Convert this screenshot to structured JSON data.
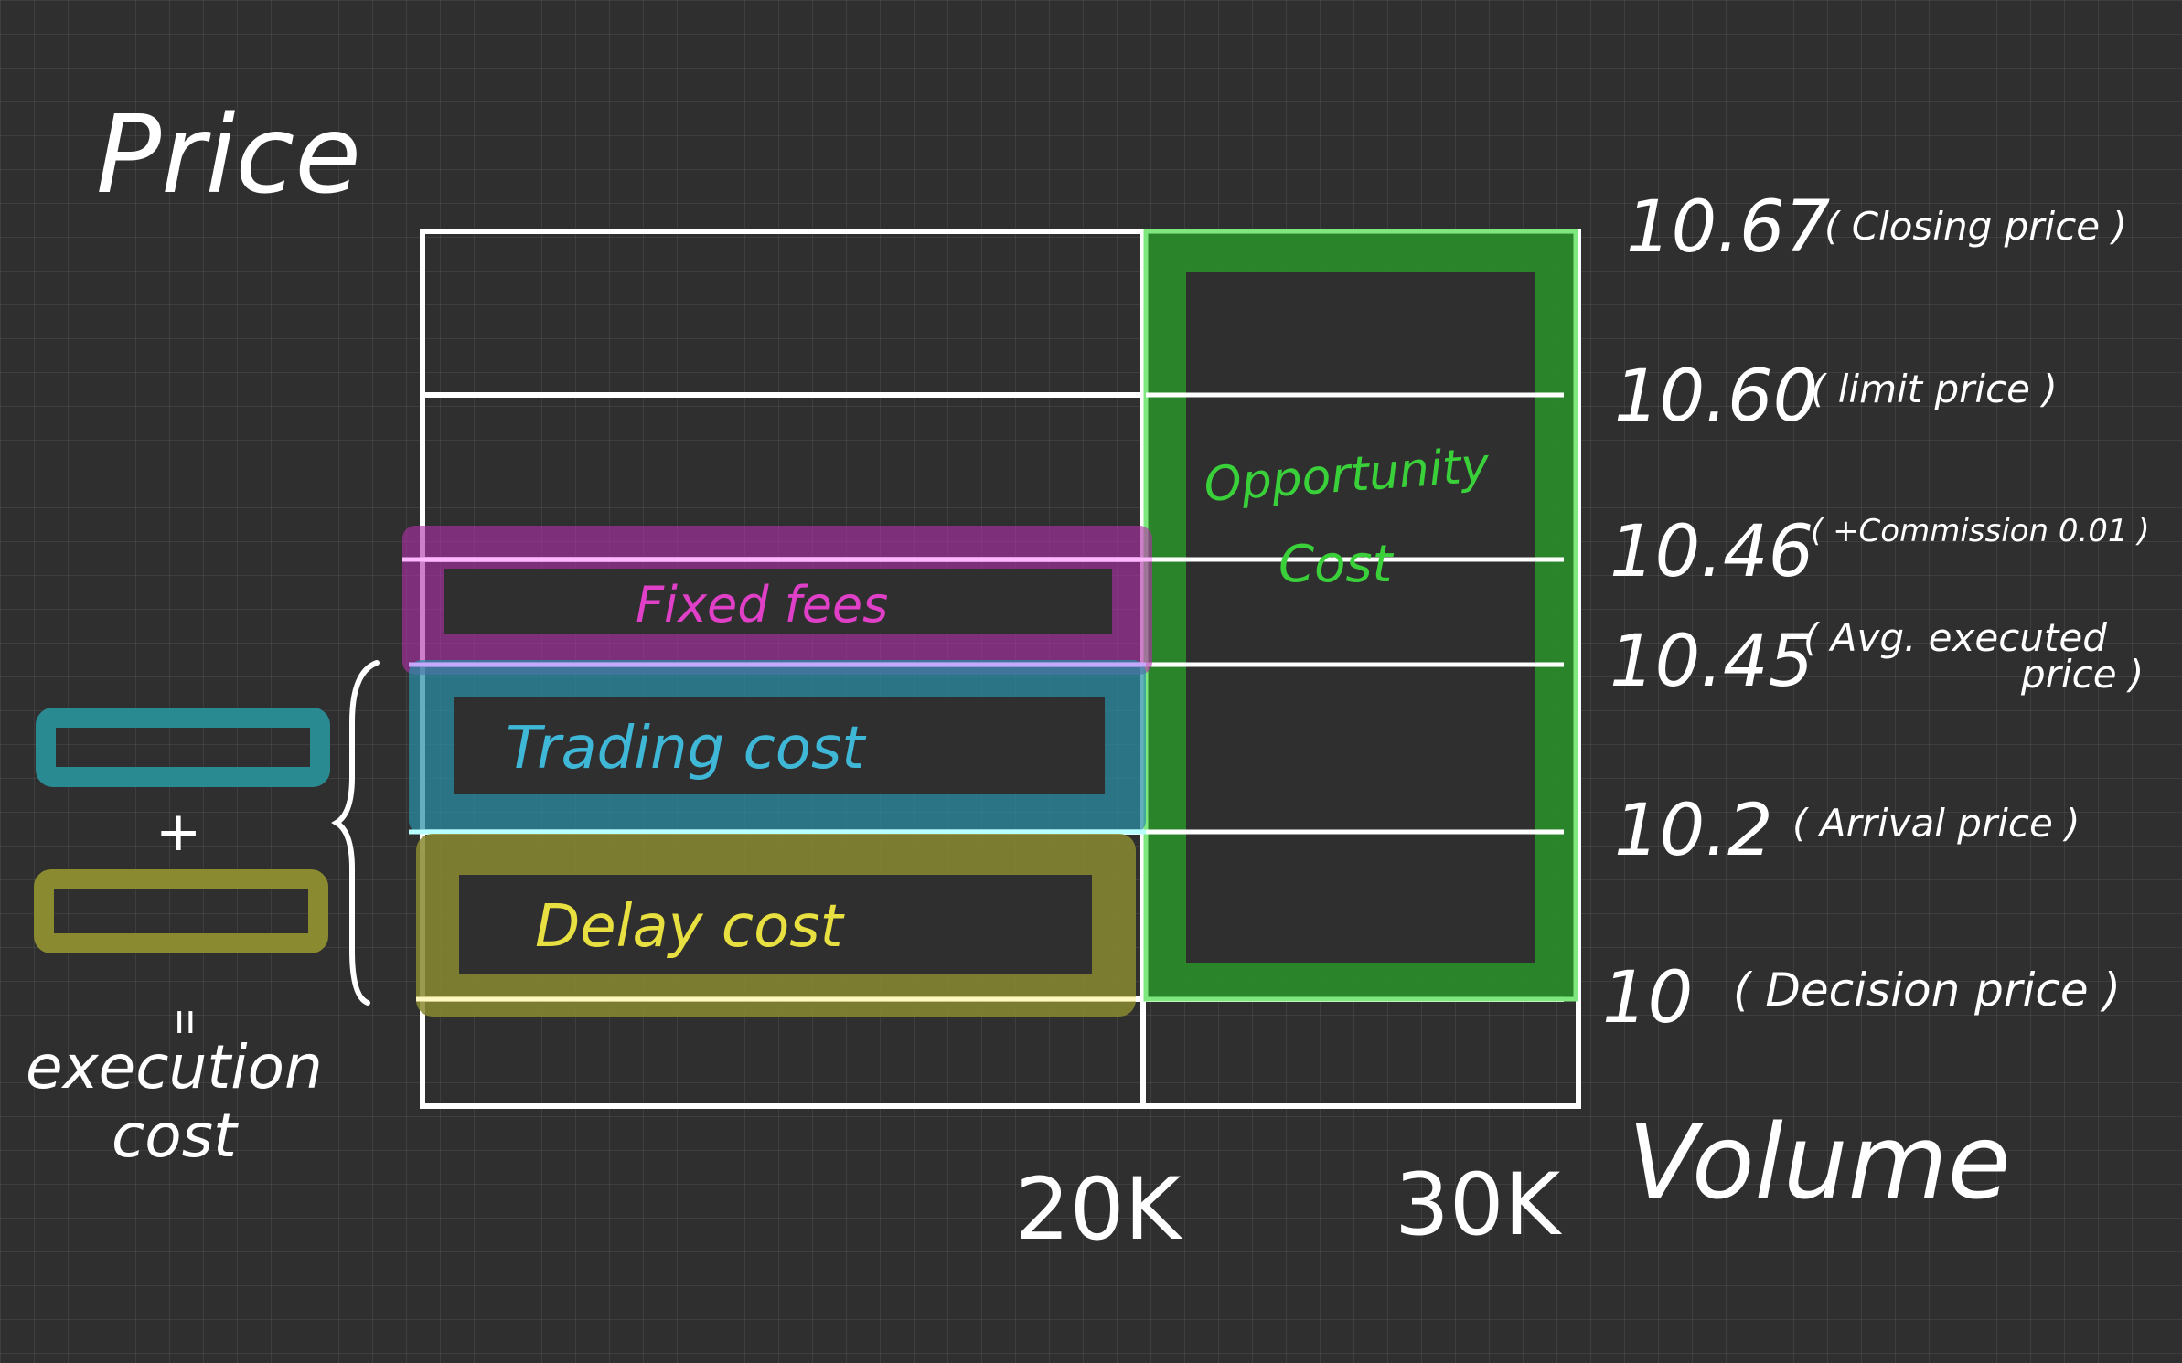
{
  "axes": {
    "y_label": "Price",
    "x_label": "Volume"
  },
  "volume_ticks": [
    "20K",
    "30K"
  ],
  "price_levels": [
    {
      "value": "10.67",
      "note": "( Closing price )"
    },
    {
      "value": "10.60",
      "note": "( limit price )"
    },
    {
      "value": "10.46",
      "note": "( +Commission 0.01 )"
    },
    {
      "value": "10.45",
      "note_line1": "( Avg. executed",
      "note_line2": "price )"
    },
    {
      "value": "10.2",
      "note": "( Arrival price )"
    },
    {
      "value": "10",
      "note": "( Decision price )"
    }
  ],
  "regions": {
    "fixed_fees": "Fixed fees",
    "trading_cost": "Trading cost",
    "delay_cost": "Delay cost",
    "opportunity_cost_line1": "Opportunity",
    "opportunity_cost_line2": "Cost"
  },
  "legend": {
    "plus": "+",
    "equals": "ıı",
    "result_line1": "execution",
    "result_line2": "cost"
  },
  "colors": {
    "fixed_fees": "#e040c8",
    "trading_cost": "#3fb8d8",
    "delay_cost": "#e8e040",
    "opportunity_cost": "#3ad03a",
    "opportunity_fill": "#2a8a2a",
    "line": "#ffffff"
  }
}
